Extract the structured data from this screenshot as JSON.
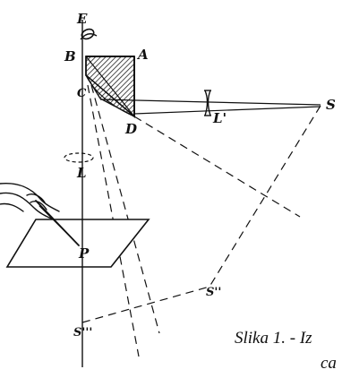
{
  "labels": {
    "E": "E",
    "A": "A",
    "B": "B",
    "C": "C",
    "D": "D",
    "S": "S",
    "L_prime": "L'",
    "L": "L",
    "P": "P",
    "S_double": "S''",
    "S_triple": "S'''"
  },
  "caption": {
    "line1": "Slika 1. - Iz",
    "line2": "ca"
  }
}
